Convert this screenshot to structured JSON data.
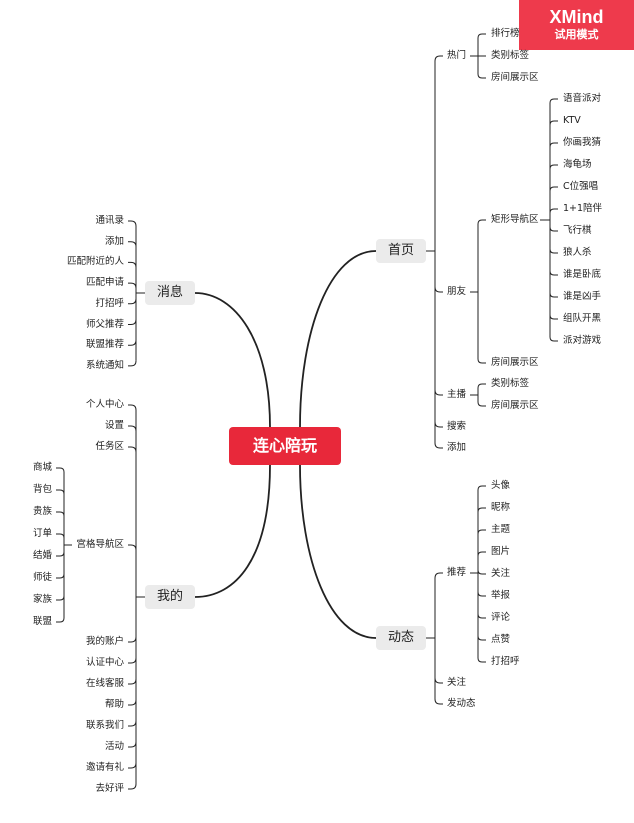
{
  "root": "连心陪玩",
  "watermark": {
    "brand": "XMind",
    "mode": "试用模式"
  },
  "branches": {
    "home": {
      "label": "首页",
      "children": {
        "hot": {
          "label": "热门",
          "items": [
            "排行榜",
            "类别标签",
            "房间展示区"
          ]
        },
        "friend": {
          "label": "朋友",
          "nav": {
            "label": "矩形导航区",
            "items": [
              "语音派对",
              "KTV",
              "你画我猜",
              "海龟场",
              "C位强唱",
              "1+1陪伴",
              "飞行棋",
              "狼人杀",
              "谁是卧底",
              "谁是凶手",
              "组队开黑",
              "派对游戏"
            ]
          },
          "room": "房间展示区"
        },
        "anchor": {
          "label": "主播",
          "items": [
            "类别标签",
            "房间展示区"
          ]
        },
        "search": "搜索",
        "add": "添加"
      }
    },
    "feed": {
      "label": "动态",
      "children": {
        "recommend": {
          "label": "推荐",
          "items": [
            "头像",
            "昵称",
            "主题",
            "图片",
            "关注",
            "举报",
            "评论",
            "点赞",
            "打招呼"
          ]
        },
        "follow": "关注",
        "post": "发动态"
      }
    },
    "message": {
      "label": "消息",
      "items": [
        "通讯录",
        "添加",
        "匹配附近的人",
        "匹配申请",
        "打招呼",
        "师父推荐",
        "联盟推荐",
        "系统通知"
      ]
    },
    "mine": {
      "label": "我的",
      "top": [
        "个人中心",
        "设置",
        "任务区"
      ],
      "grid": {
        "label": "宫格导航区",
        "items": [
          "商城",
          "背包",
          "贵族",
          "订单",
          "结婚",
          "师徒",
          "家族",
          "联盟"
        ]
      },
      "bottom": [
        "我的账户",
        "认证中心",
        "在线客服",
        "帮助",
        "联系我们",
        "活动",
        "邀请有礼",
        "去好评"
      ]
    }
  }
}
